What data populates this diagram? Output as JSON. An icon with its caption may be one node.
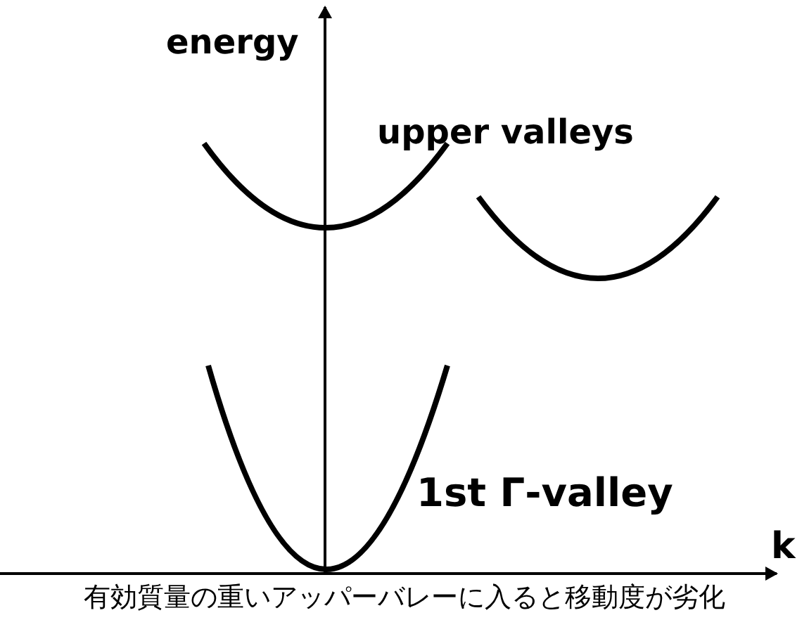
{
  "diagram": {
    "caption": "有効質量の重いアッパーバレーに入ると移動度が劣化",
    "labels": [
      "energy",
      "upper valleys",
      "1st Γ-valley",
      "k"
    ]
  }
}
